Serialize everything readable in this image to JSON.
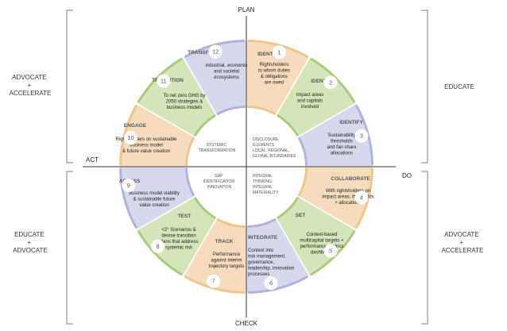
{
  "axes": {
    "top": "PLAN",
    "bottom": "CHECK",
    "left": "ACT",
    "right": "DO"
  },
  "side_labels": {
    "top_left": [
      "ADVOCATE",
      "+",
      "ACCELERATE"
    ],
    "top_right": [
      "EDUCATE"
    ],
    "bottom_left": [
      "EDUCATE",
      "+",
      "ADVOCATE"
    ],
    "bottom_right": [
      "ADVOCATE",
      "+",
      "ACCELERATE"
    ]
  },
  "colors": {
    "peach": "#f6dcbd",
    "green": "#d3e5b9",
    "lavender": "#d6d8ee",
    "peach_border": "#f0c58b",
    "green_border": "#a8cc78",
    "lavender_border": "#aeb2dc",
    "bracket": "#9a9a9a",
    "axis": "#333333",
    "text": "#222222",
    "label": "#555555"
  },
  "segments": [
    {
      "num": "1",
      "title": "IDENTIFY",
      "text": [
        "Rightsholders",
        "to whom duties",
        "& obligations",
        "are owed"
      ],
      "color": "peach"
    },
    {
      "num": "2",
      "title": "IDENTIFY",
      "text": [
        "Impact areas",
        "and capitals",
        "involved"
      ],
      "color": "green"
    },
    {
      "num": "3",
      "title": "IDENTIFY",
      "text": [
        "Sustainability",
        "thresholds",
        "and fair-share",
        "allocations"
      ],
      "color": "lavender"
    },
    {
      "num": "4",
      "title": "COLLABORATE",
      "text": [
        "With rightsholders on",
        "impact areas, thresholds",
        "+ allocations"
      ],
      "color": "peach"
    },
    {
      "num": "5",
      "title": "SET",
      "text": [
        "Context-based",
        "multicapital targets +",
        "performance metrics",
        "dashboard"
      ],
      "color": "green"
    },
    {
      "num": "6",
      "title": "INTEGRATE",
      "text": [
        "Context into",
        "risk management,",
        "governance,",
        "leadership, innovation",
        "processes"
      ],
      "color": "lavender"
    },
    {
      "num": "7",
      "title": "TRACK",
      "text": [
        "Performance",
        "against interim",
        "trajectory targets"
      ],
      "color": "peach"
    },
    {
      "num": "8",
      "title": "TEST",
      "text": [
        "<2° Scenarios &",
        "devise transition",
        "plans that address",
        "systemic risk"
      ],
      "color": "green"
    },
    {
      "num": "9",
      "title": "ASSESS",
      "text": [
        "Business model viability",
        "& sustainable future",
        "value creation"
      ],
      "color": "lavender"
    },
    {
      "num": "10",
      "title": "ENGAGE",
      "text": [
        "Rightsholders on sustainable",
        "business model",
        "& future value creation"
      ],
      "color": "peach"
    },
    {
      "num": "11",
      "title": "TRANSITION",
      "text": [
        "To net zero GHG by",
        "2050 strategies &",
        "business models"
      ],
      "color": "green"
    },
    {
      "num": "12",
      "title": "TRANSFORM",
      "text": [
        "industrial, economic",
        "and societal",
        "ecosystems"
      ],
      "color": "lavender"
    }
  ],
  "center": {
    "top_right": [
      "DISCLOSURE",
      "ELEMENTS",
      "",
      "LOCAL, REGIONAL,",
      "GLOBAL BOUNDARIES"
    ],
    "top_left": [
      "SYSTEMIC",
      "TRANSFORMATION"
    ],
    "bottom_left": [
      "GAP",
      "IDENTIFICATION",
      "",
      "INNOVATION"
    ],
    "bottom_right": [
      "INTEGRAL",
      "THINKING",
      "",
      "INTEGRAL",
      "MATERIALITY"
    ]
  }
}
